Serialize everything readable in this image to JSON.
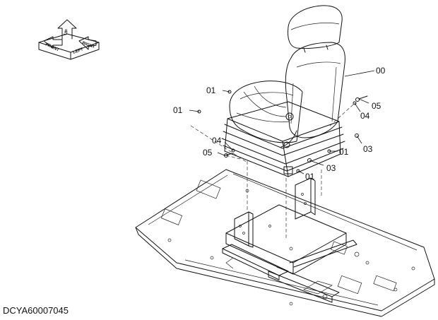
{
  "document_id": "DCYA60007045",
  "orientation_icon": {
    "up": "UP",
    "front": "FRONT",
    "left": "LEFT",
    "right": "RIGHT"
  },
  "callouts": {
    "c00": "00",
    "c01a": "01",
    "c01b": "01",
    "c01c": "01",
    "c01d": "01",
    "c03a": "03",
    "c03b": "03",
    "c04a": "04",
    "c04b": "04",
    "c05a": "05",
    "c05b": "05"
  }
}
